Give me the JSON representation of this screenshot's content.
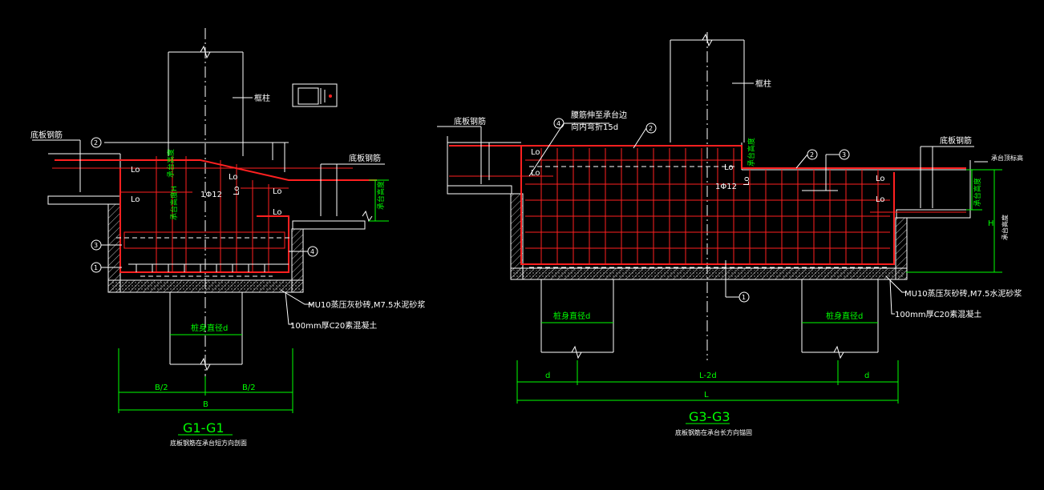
{
  "left": {
    "labels": {
      "top_bar": "底板钢筋",
      "right_bar": "底板钢筋",
      "column": "框柱",
      "lo1": "Lo",
      "lo2": "Lo",
      "lo3": "Lo",
      "lo4": "Lo",
      "lo5": "Lo",
      "lo6": "Lo",
      "rebar": "1Φ12",
      "height_a": "承台高度",
      "height_b": "承台高度H",
      "height_c": "承台高度",
      "mark2": "2",
      "mark3": "3",
      "mark1": "1",
      "mark4": "4",
      "brick": "MU10蒸压灰砂砖,M7.5水泥砂浆",
      "concrete": "100mm厚C20素混凝土",
      "pile_d": "桩身直径d",
      "dim_half_l": "B/2",
      "dim_half_r": "B/2",
      "dim_full": "B",
      "title": "G1-G1",
      "subtitle": "底板钢筋在承台短方向剖面"
    }
  },
  "right": {
    "labels": {
      "top_bar": "底板钢筋",
      "right_bar": "底板钢筋",
      "column": "框柱",
      "note4_a": "腰筋伸至承台边",
      "note4_b": "向内弯折15d",
      "mark4": "4",
      "mark2a": "2",
      "mark2b": "2",
      "mark3": "3",
      "mark1": "1",
      "lo1": "Lo",
      "lo2": "Lo",
      "lo3": "Lo",
      "lo4": "Lo",
      "lo5": "Lo",
      "lo6": "Lo",
      "rebar": "1Φ12",
      "slab_top": "承台顶标高",
      "height_a": "承台高度",
      "height_b": "承台高度",
      "dim_h": "H",
      "height_side": "承台高度",
      "brick": "MU10蒸压灰砂砖,M7.5水泥砂浆",
      "concrete": "100mm厚C20素混凝土",
      "pile_d_l": "桩身直径d",
      "pile_d_r": "桩身直径d",
      "dim_d_l": "d",
      "dim_mid": "L-2d",
      "dim_d_r": "d",
      "dim_full": "L",
      "title": "G3-G3",
      "subtitle": "底板钢筋在承台长方向锚固"
    }
  },
  "colors": {
    "background": "#000000",
    "outline": "#ffffff",
    "rebar": "#ff2020",
    "dimension": "#00ff00"
  }
}
